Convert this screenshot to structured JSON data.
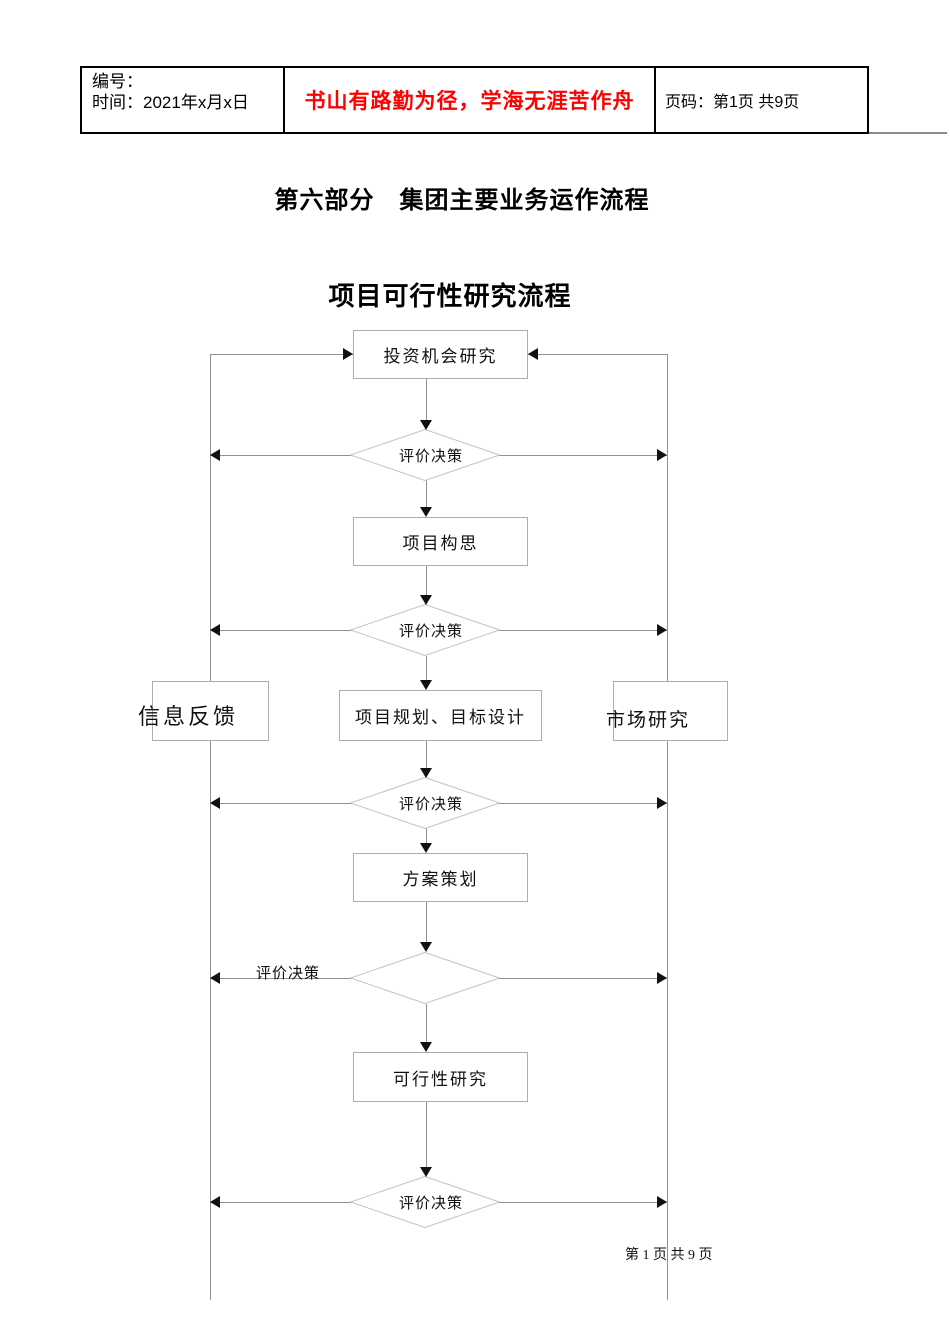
{
  "header": {
    "cell_left": {
      "line1": "编号：",
      "line2": "时间：2021年x月x日"
    },
    "cell_middle": {
      "text": "书山有路勤为径，学海无涯苦作舟"
    },
    "cell_right": {
      "text": "页码：第1页 共9页"
    }
  },
  "titles": {
    "section_title": "第六部分　集团主要业务运作流程",
    "flow_title": "项目可行性研究流程"
  },
  "flowchart": {
    "nodes": {
      "investment_research": "投资机会研究",
      "decision1": "评价决策",
      "project_idea": "项目构思",
      "decision2": "评价决策",
      "info_feedback": "信息反馈",
      "planning_design": "项目规划、目标设计",
      "market_research": "市场研究",
      "decision3": "评价决策",
      "scheme_planning": "方案策划",
      "decision4_side_label": "评价决策",
      "feasibility_study": "可行性研究",
      "decision5": "评价决策"
    }
  },
  "footer": {
    "page_text": "第 1 页 共 9 页"
  },
  "colors": {
    "accent_red": "#ff0000",
    "connector_gray": "#909090",
    "box_border_gray": "#adadad",
    "diamond_border_gray": "#c4c4c4",
    "arrow_black": "#111111"
  }
}
